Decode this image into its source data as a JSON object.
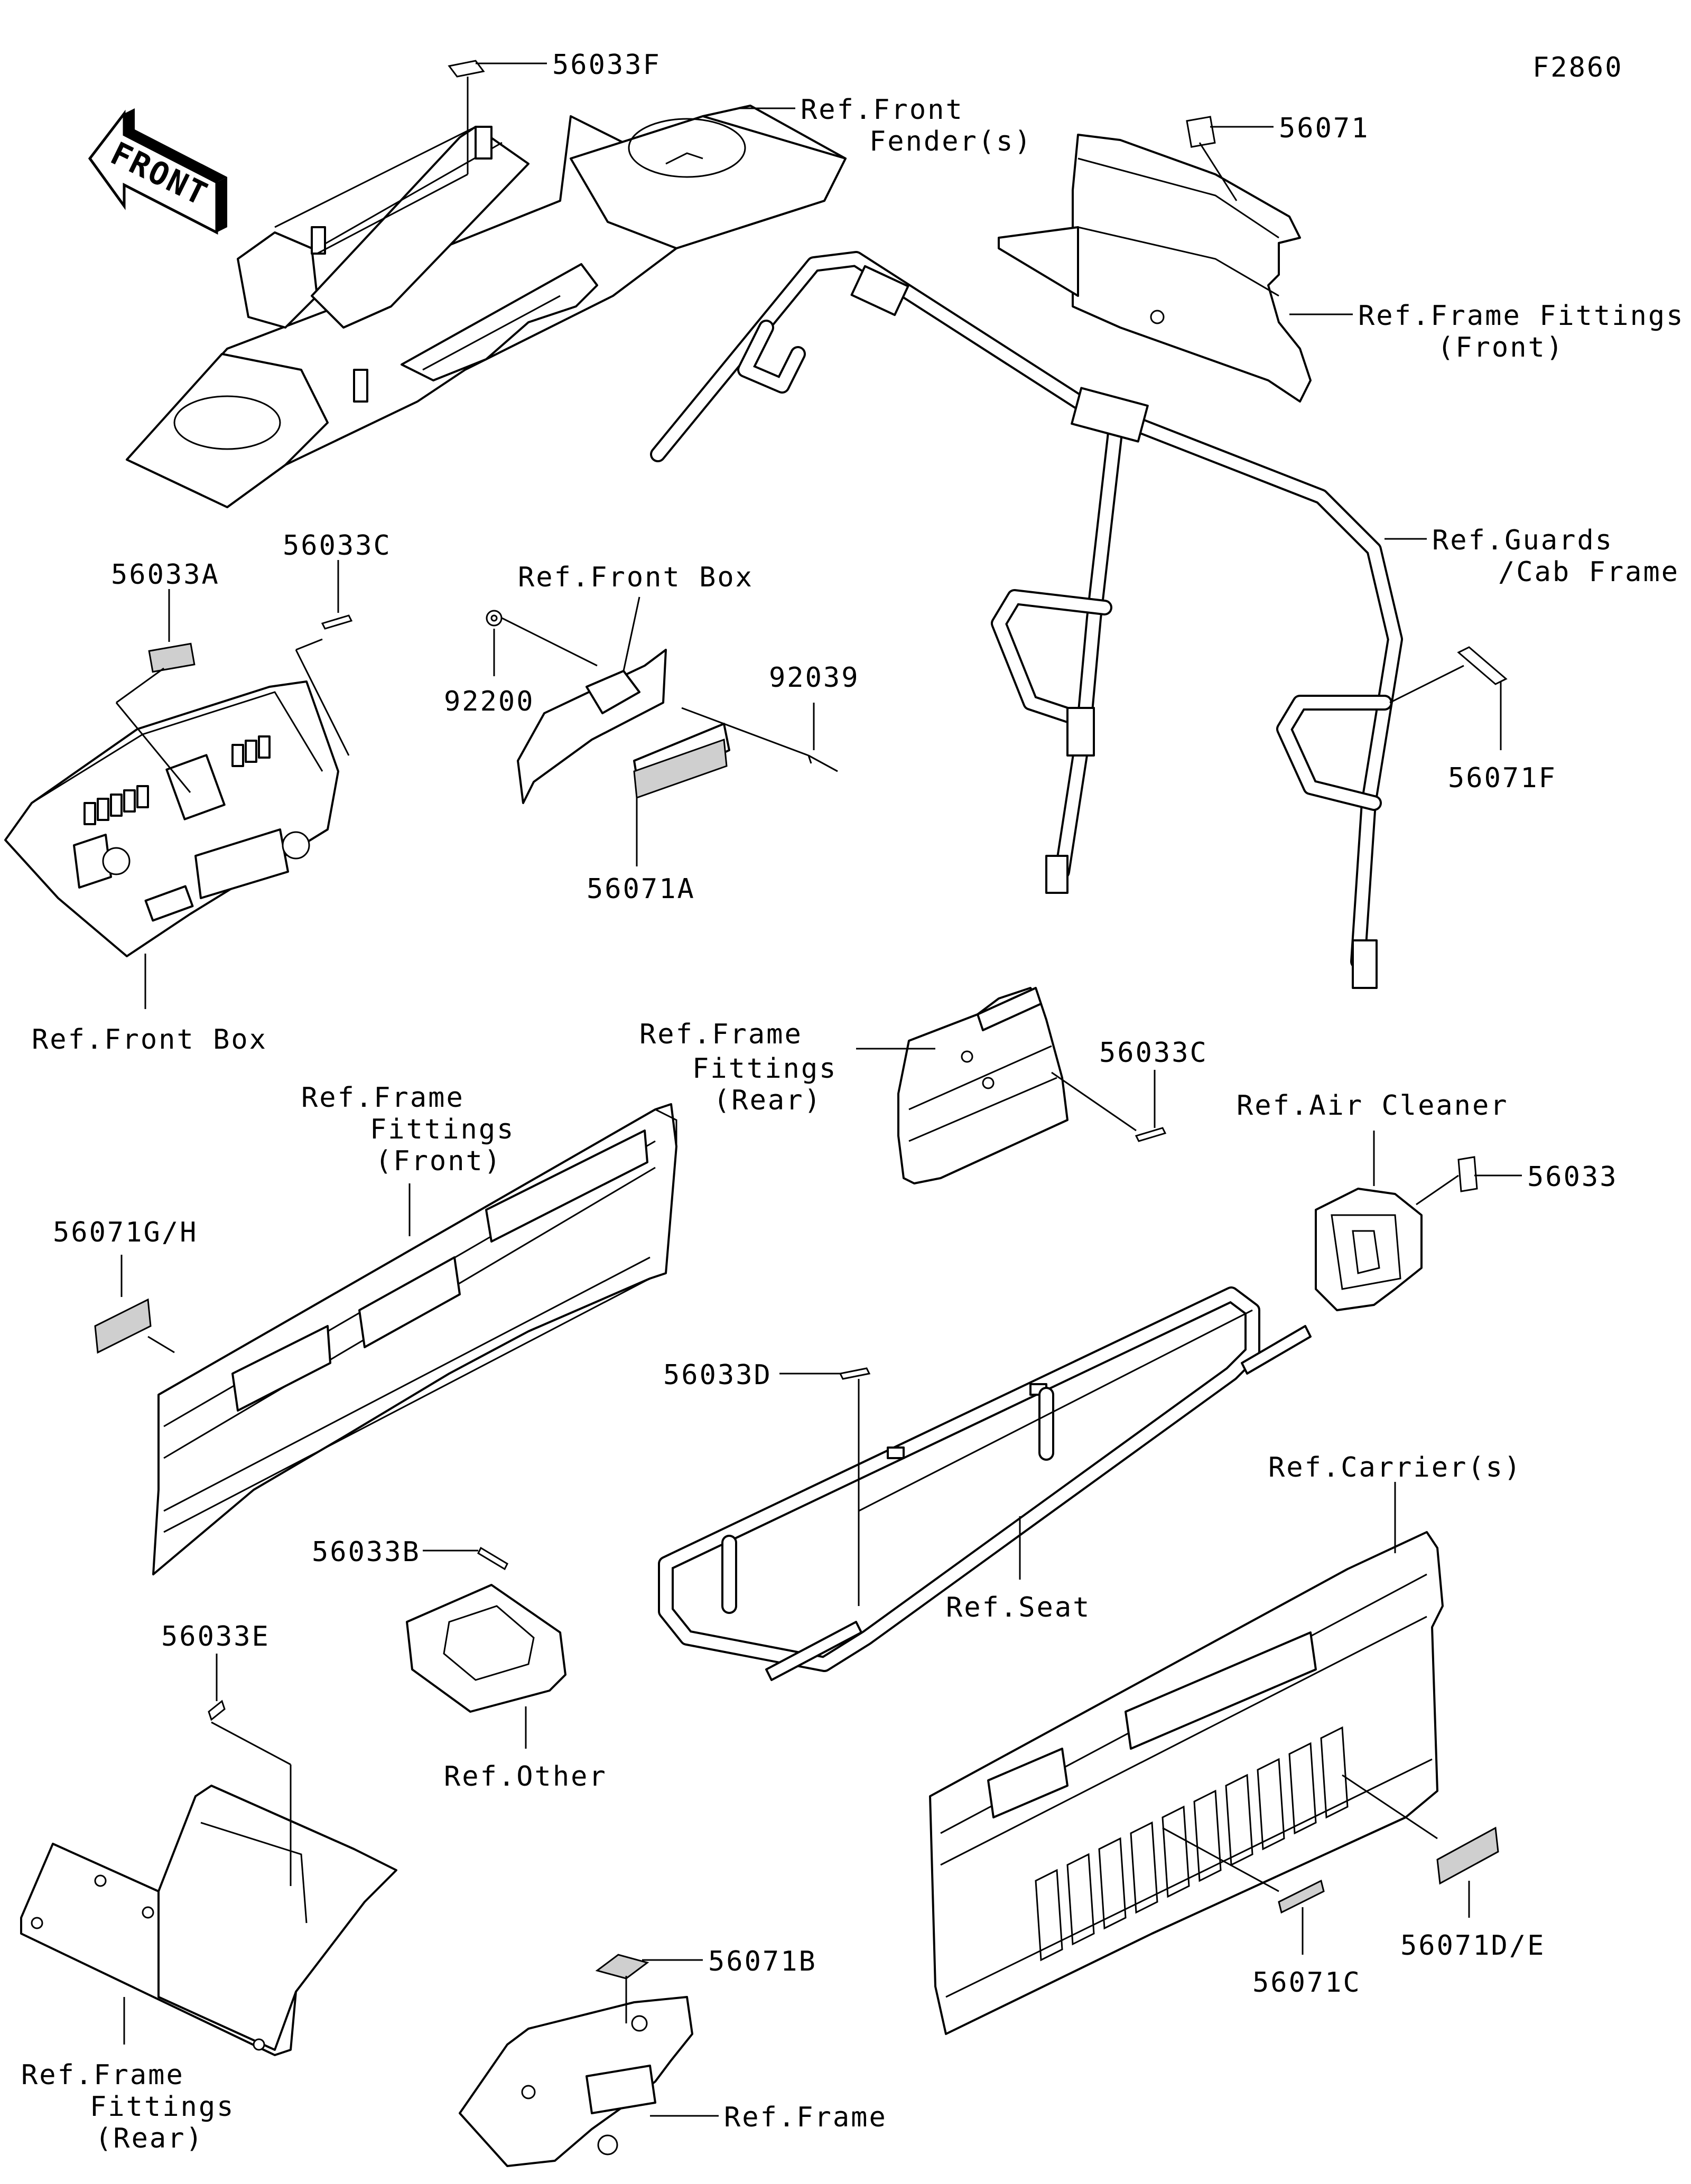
{
  "figure_code": "F2860",
  "front_arrow": "FRONT",
  "labels": {
    "p56033F": "56033F",
    "ref_front_fender": [
      "Ref.Front",
      "Fender(s)"
    ],
    "p56071": "56071",
    "ref_frame_fittings_front_top": [
      "Ref.Frame Fittings",
      "(Front)"
    ],
    "ref_guards_cab_frame": [
      "Ref.Guards",
      "/Cab Frame"
    ],
    "p56071F": "56071F",
    "p56033A": "56033A",
    "p56033C_top": "56033C",
    "ref_front_box_top": "Ref.Front Box",
    "p92200": "92200",
    "p92039": "92039",
    "p56071A": "56071A",
    "ref_front_box_bottom": "Ref.Front Box",
    "ref_frame_fittings_rear_mid": [
      "Ref.Frame",
      "Fittings",
      "(Rear)"
    ],
    "p56033C_mid": "56033C",
    "ref_air_cleaner": "Ref.Air Cleaner",
    "p56033": "56033",
    "ref_frame_fittings_front_mid": [
      "Ref.Frame",
      "Fittings",
      "(Front)"
    ],
    "p56071GH": "56071G/H",
    "p56033D": "56033D",
    "ref_seat": "Ref.Seat",
    "ref_carriers": "Ref.Carrier(s)",
    "p56033B": "56033B",
    "ref_other": "Ref.Other",
    "p56033E": "56033E",
    "p56071C": "56071C",
    "p56071DE": "56071D/E",
    "p56071B": "56071B",
    "ref_frame": "Ref.Frame",
    "ref_frame_fittings_rear_bottom": [
      "Ref.Frame",
      "Fittings",
      "(Rear)"
    ]
  }
}
